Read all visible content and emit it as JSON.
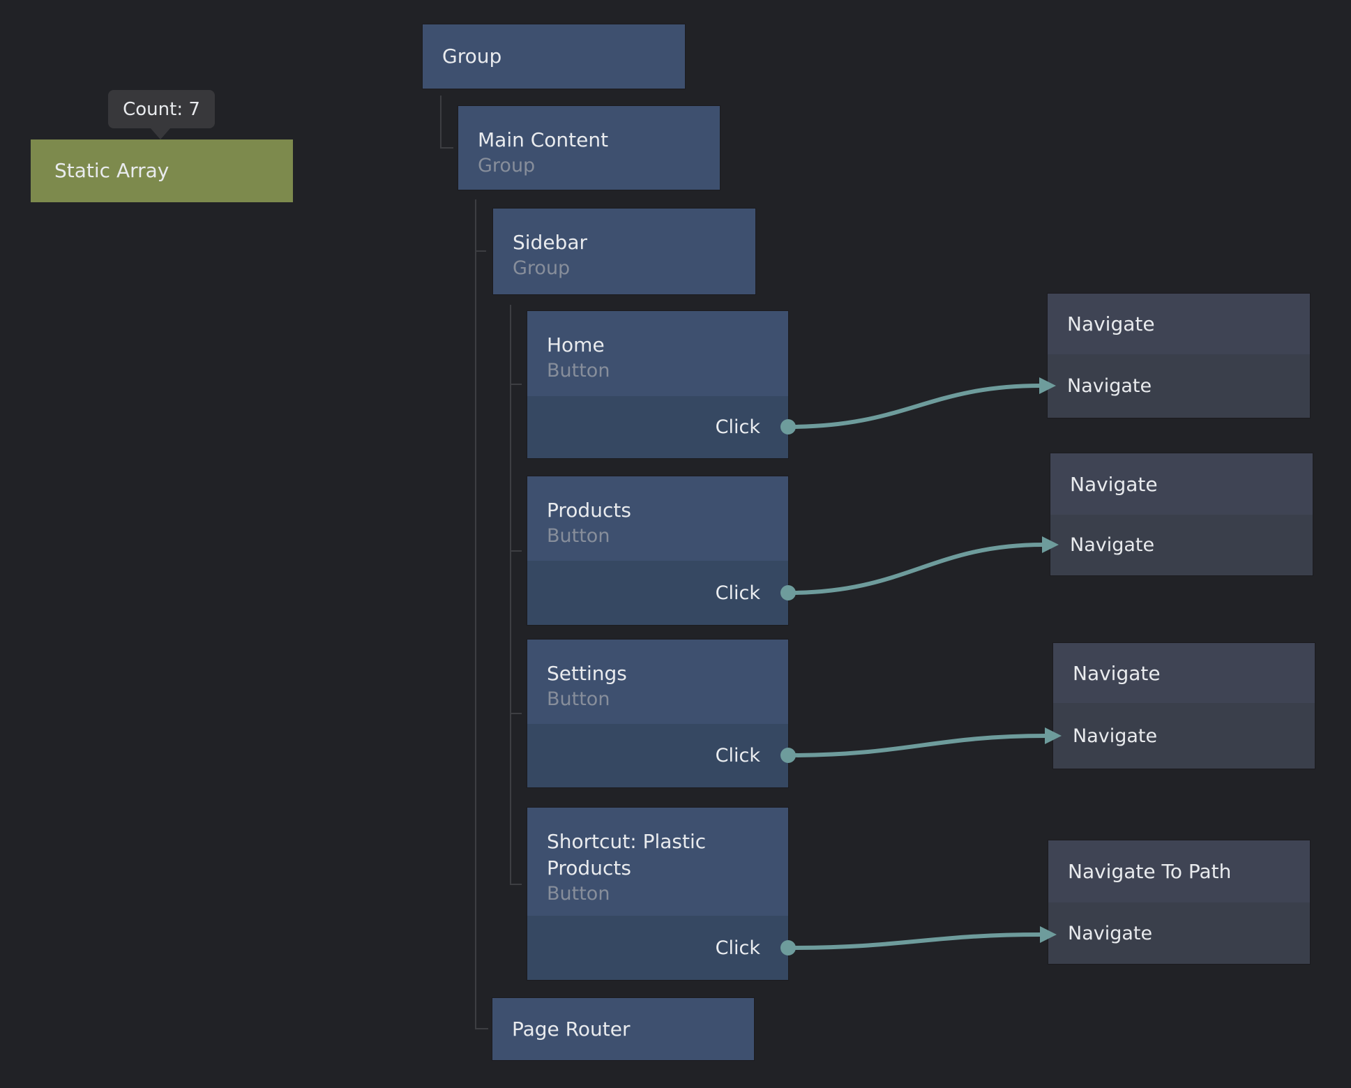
{
  "palette": {
    "background": "#212226",
    "node_blue": "#3e506f",
    "node_blue_dark": "#364862",
    "node_green": "#7d8a4d",
    "navigate_header": "#3f4454",
    "navigate_body": "#3a3f4b",
    "wire_teal": "#6e9c9c",
    "tree_line": "#3d3e42",
    "tooltip_bg": "#38383b"
  },
  "tooltip": {
    "text": "Count: 7"
  },
  "nodes": {
    "static_array": {
      "title": "Static Array"
    },
    "group": {
      "title": "Group"
    },
    "main_content": {
      "title": "Main Content",
      "type": "Group"
    },
    "sidebar": {
      "title": "Sidebar",
      "type": "Group"
    },
    "buttons": [
      {
        "title": "Home",
        "type": "Button",
        "port": "Click"
      },
      {
        "title": "Products",
        "type": "Button",
        "port": "Click"
      },
      {
        "title": "Settings",
        "type": "Button",
        "port": "Click"
      },
      {
        "title": "Shortcut: Plastic Products",
        "type": "Button",
        "port": "Click"
      }
    ],
    "page_router": {
      "title": "Page Router"
    },
    "navigate": [
      {
        "title": "Navigate",
        "input": "Navigate"
      },
      {
        "title": "Navigate",
        "input": "Navigate"
      },
      {
        "title": "Navigate",
        "input": "Navigate"
      },
      {
        "title": "Navigate To Path",
        "input": "Navigate"
      }
    ]
  }
}
